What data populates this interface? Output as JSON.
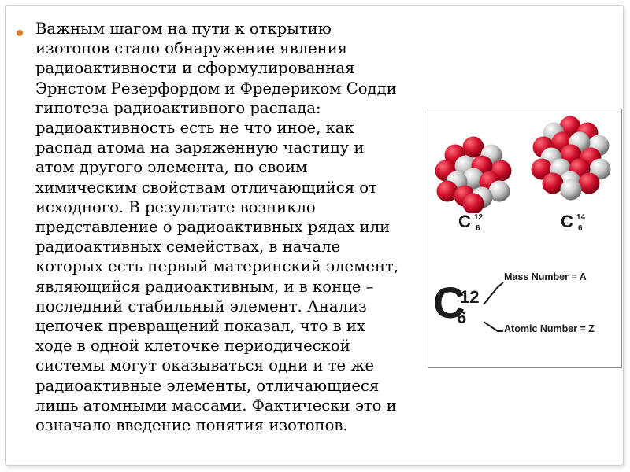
{
  "body_text": [
    "Важным шагом на пути к открытию",
    "изотопов стало обнаружение явления",
    "радиоактивности и сформулированная",
    "Эрнстом Резерфордом и Фредериком Содди",
    "гипотеза радиоактивного распада:",
    "радиоактивность есть не что иное, как",
    "распад атома на заряженную частицу и",
    "атом другого элемента, по своим",
    "химическим свойствам отличающийся от",
    "исходного. В результате возникло",
    "представление о радиоактивных рядах или",
    "радиоактивных семействах, в начале",
    "которых есть первый материнский элемент,",
    "являющийся радиоактивным, и в конце –",
    "последний стабильный элемент. Анализ",
    "цепочек превращений показал, что в их",
    "ходе в одной клеточке периодической",
    "системы могут оказываться одни и те же",
    "радиоактивные элементы, отличающиеся",
    "лишь атомными массами. Фактически это и",
    "означало введение понятия изотопов."
  ],
  "figure": {
    "isotope_left": {
      "symbol": "C",
      "mass": "12",
      "atomic": "6"
    },
    "isotope_right": {
      "symbol": "C",
      "mass": "14",
      "atomic": "6"
    },
    "notation": {
      "symbol": "C",
      "mass": "12",
      "atomic": "6"
    },
    "mass_label": "Mass Number = A",
    "atomic_label": "Atomic Number = Z"
  },
  "colors": {
    "bullet": "#e07b26",
    "proton": "#d0102c",
    "neutron": "#c8c8c8",
    "text": "#000000"
  }
}
